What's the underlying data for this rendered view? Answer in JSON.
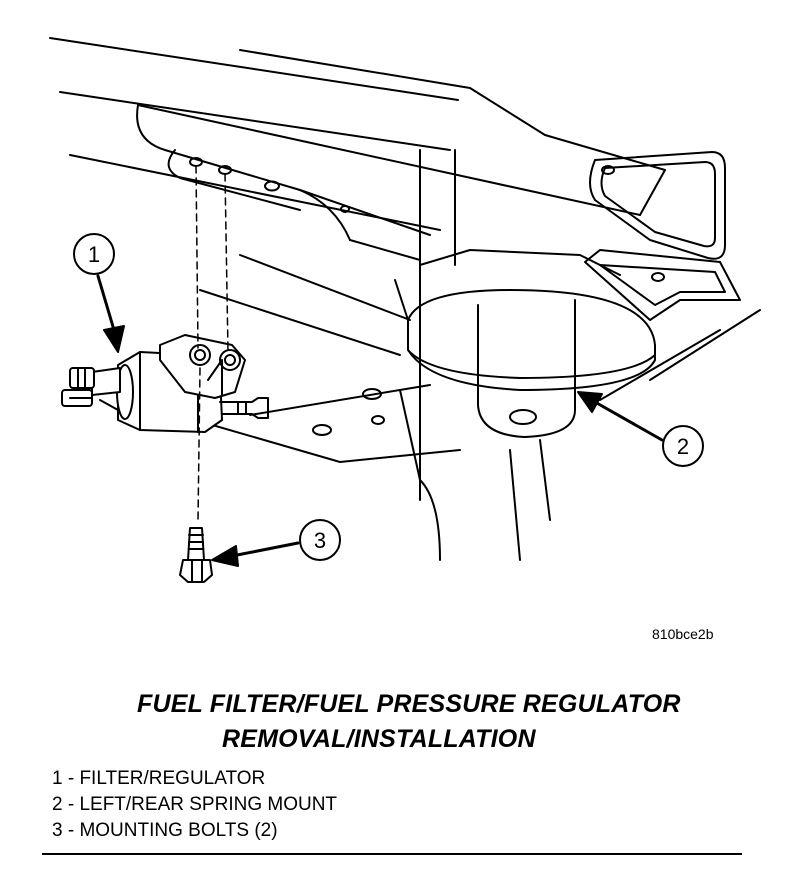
{
  "figure": {
    "ref_code": "810bce2b",
    "callouts": [
      {
        "number": "1",
        "target": "filter-regulator"
      },
      {
        "number": "2",
        "target": "left-rear-spring-mount"
      },
      {
        "number": "3",
        "target": "mounting-bolt"
      }
    ]
  },
  "caption": {
    "title_line1": "FUEL FILTER/FUEL PRESSURE REGULATOR",
    "title_line2": "REMOVAL/INSTALLATION"
  },
  "legend": {
    "items": [
      "1 - FILTER/REGULATOR",
      "2 - LEFT/REAR SPRING MOUNT",
      "3 - MOUNTING BOLTS (2)"
    ]
  }
}
